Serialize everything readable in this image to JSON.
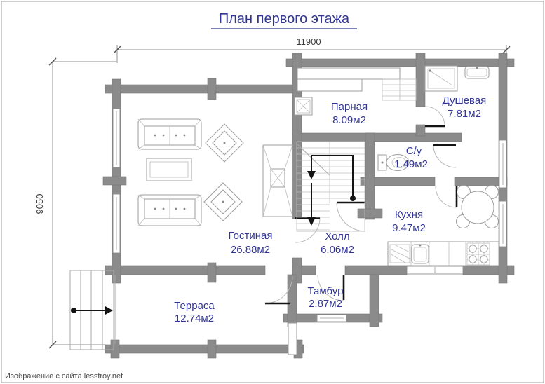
{
  "page": {
    "title": "План первого этажа",
    "footer": "Изображение с сайта lesstroy.net"
  },
  "dimensions": {
    "width_label": "11900",
    "height_label": "9050"
  },
  "rooms": {
    "parnaya": {
      "name": "Парная",
      "area": "8.09м2"
    },
    "dushevaya": {
      "name": "Душевая",
      "area": "7.81м2"
    },
    "su": {
      "name": "С/у",
      "area": "1.49м2"
    },
    "kuhnya": {
      "name": "Кухня",
      "area": "9.47м2"
    },
    "gostinaya": {
      "name": "Гостиная",
      "area": "26.88м2"
    },
    "holl": {
      "name": "Холл",
      "area": "6.06м2"
    },
    "tambur": {
      "name": "Тамбур",
      "area": "2.87м2"
    },
    "terrasa": {
      "name": "Терраса",
      "area": "12.74м2"
    }
  },
  "colors": {
    "wall_gray": "#8b8b8b",
    "label_navy": "#323693",
    "line_black": "#141414"
  }
}
